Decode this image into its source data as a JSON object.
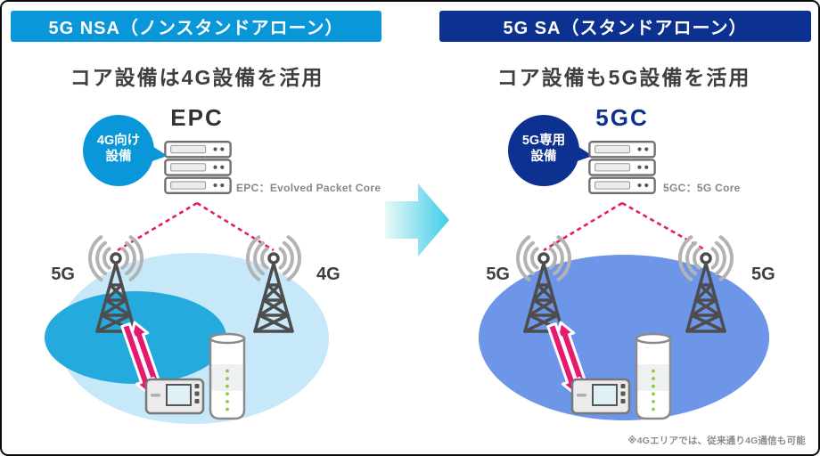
{
  "panels": {
    "left": {
      "header": "5G NSA（ノンスタンドアローン）",
      "subtitle": "コア設備は4G設備を活用",
      "core_name": "EPC",
      "bubble": {
        "line1": "4G向け",
        "line2": "設備"
      },
      "caption": "EPC：Evolved Packet Core",
      "tower_left_label": "5G",
      "tower_right_label": "4G"
    },
    "right": {
      "header": "5G SA（スタンドアローン）",
      "subtitle": "コア設備も5G設備を活用",
      "core_name": "5GC",
      "bubble": {
        "line1": "5G専用",
        "line2": "設備"
      },
      "caption": "5GC：5G Core",
      "tower_left_label": "5G",
      "tower_right_label": "5G"
    }
  },
  "footnote": "※4Gエリアでは、従来通り4G通信も可能",
  "colors": {
    "nsa_header_blue": "#0a97d9",
    "sa_header_navy": "#0c3190",
    "nsa_wide_area_light_blue": "#c7e8f8",
    "nsa_5g_area_cyan": "#25aadd",
    "sa_area_cornflower_blue": "#6d96e9",
    "link_magenta": "#e7186f",
    "title_text_gray": "#3f3f3f",
    "caption_gray": "#878787",
    "led_green": "#92c83e"
  }
}
